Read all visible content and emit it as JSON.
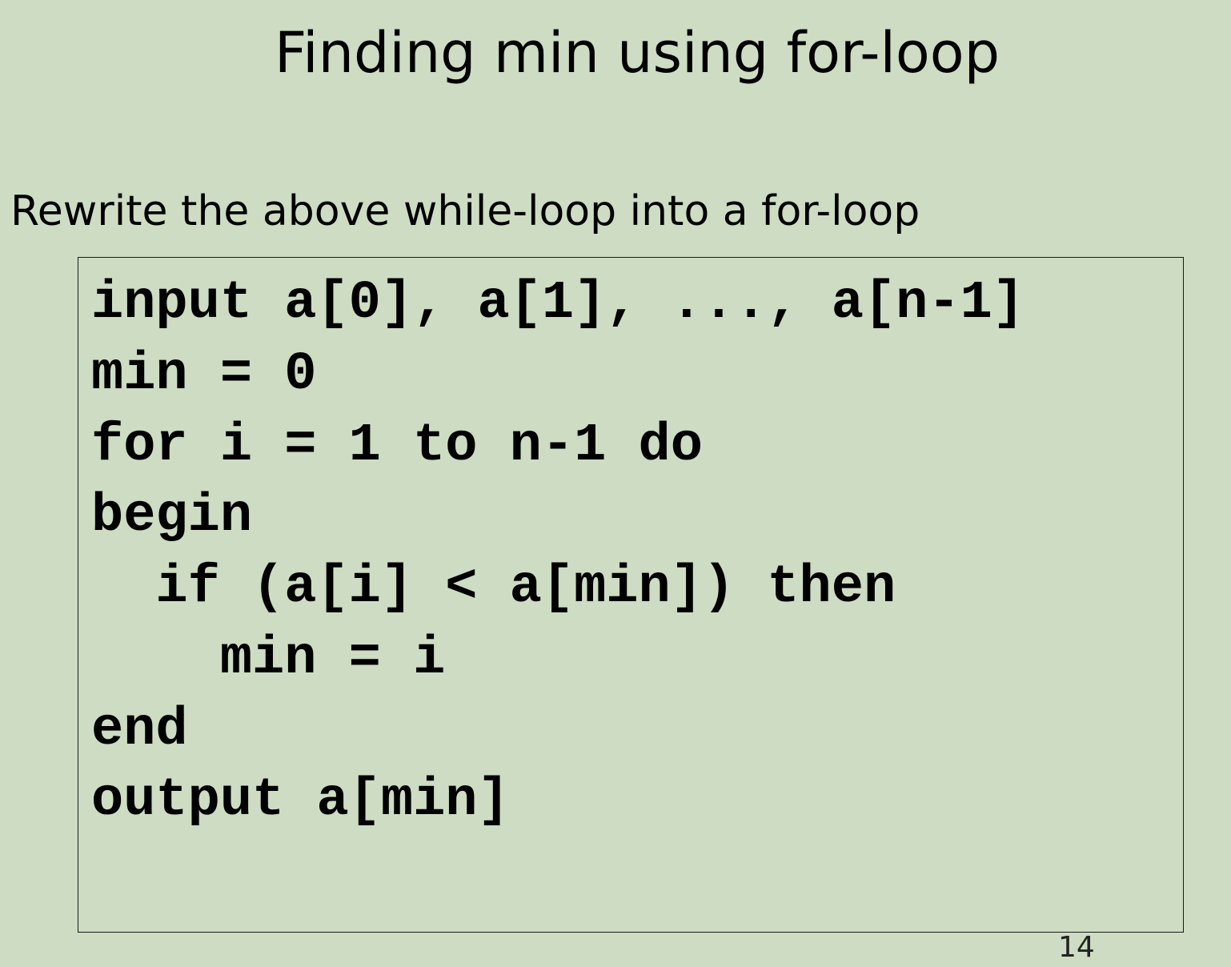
{
  "slide": {
    "title": "Finding min using for-loop",
    "intro": "Rewrite the above while-loop into a for-loop",
    "page_number": "14"
  },
  "code": {
    "lines": [
      "input a[0], a[1], ..., a[n-1]",
      "min = 0",
      "for i = 1 to n-1 do",
      "begin",
      "  if (a[i] < a[min]) then",
      "    min = i",
      "end",
      "output a[min]"
    ]
  }
}
